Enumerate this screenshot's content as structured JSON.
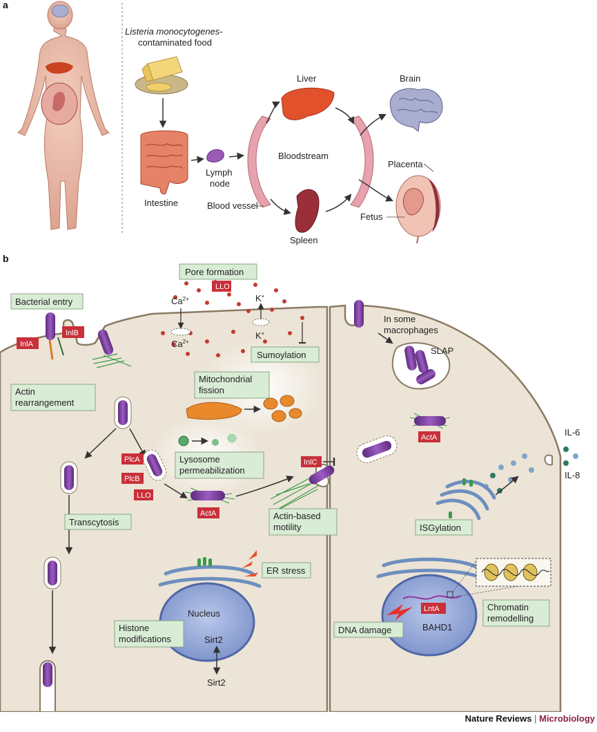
{
  "panels": {
    "a": "a",
    "b": "b"
  },
  "panel_a": {
    "food_label_italic": "Listeria monocytogenes",
    "food_label_dash": "-",
    "food_label_line2": "contaminated food",
    "liver": "Liver",
    "brain": "Brain",
    "bloodstream": "Bloodstream",
    "placenta": "Placenta",
    "lymph_line1": "Lymph",
    "lymph_line2": "node",
    "intestine": "Intestine",
    "blood_vessel": "Blood vessel",
    "fetus": "Fetus",
    "spleen": "Spleen"
  },
  "panel_b": {
    "pore_formation": "Pore formation",
    "llo_top": "LLO",
    "bacterial_entry": "Bacterial entry",
    "inla": "InlA",
    "inlb": "InlB",
    "ca_top": "Ca",
    "ca_bottom": "Ca",
    "ca_sup": "2+",
    "k_top": "K",
    "k_bottom": "K",
    "k_sup": "+",
    "sumoylation": "Sumoylation",
    "actin_rearr_1": "Actin",
    "actin_rearr_2": "rearrangement",
    "mito_1": "Mitochondrial",
    "mito_2": "fission",
    "lyso_1": "Lysosome",
    "lyso_2": "permeabilization",
    "plca": "PlcA",
    "plcb": "PlcB",
    "llo_mid": "LLO",
    "inlc": "InlC",
    "acta_left": "ActA",
    "acta_right": "ActA",
    "actin_motility_1": "Actin-based",
    "actin_motility_2": "motility",
    "transcytosis": "Transcytosis",
    "er_stress": "ER stress",
    "nucleus": "Nucleus",
    "histone_1": "Histone",
    "histone_2": "modifications",
    "sirt2_in": "Sirt2",
    "sirt2_out": "Sirt2",
    "macro_1": "In some",
    "macro_2": "macrophages",
    "slap": "SLAP",
    "il6": "IL-6",
    "il8": "IL-8",
    "isgylation": "ISGylation",
    "lnta": "LntA",
    "bahd1": "BAHD1",
    "dna_damage": "DNA damage",
    "chromatin_1": "Chromatin",
    "chromatin_2": "remodelling"
  },
  "footer": {
    "publisher": "Nature Reviews",
    "separator": "|",
    "journal": "Microbiology"
  },
  "colors": {
    "cell": "#ece4d6",
    "membrane": "#8a7a63",
    "bacterium": "#7b3f99",
    "green_box": "#d9ecd6",
    "red_label": "#c8303a",
    "er": "#6d8fbf",
    "nucleus": "#8ea4d6",
    "vessel": "#e6a2ad",
    "mito": "#e8892c"
  }
}
